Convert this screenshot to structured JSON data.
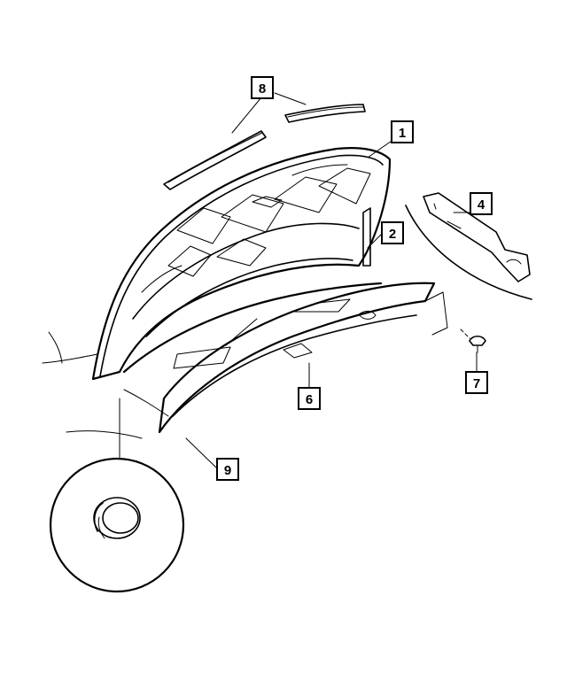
{
  "callouts": [
    {
      "id": "callout-1",
      "label": "1"
    },
    {
      "id": "callout-2",
      "label": "2"
    },
    {
      "id": "callout-4",
      "label": "4"
    },
    {
      "id": "callout-6",
      "label": "6"
    },
    {
      "id": "callout-7",
      "label": "7"
    },
    {
      "id": "callout-8",
      "label": "8"
    },
    {
      "id": "callout-9",
      "label": "9"
    }
  ]
}
